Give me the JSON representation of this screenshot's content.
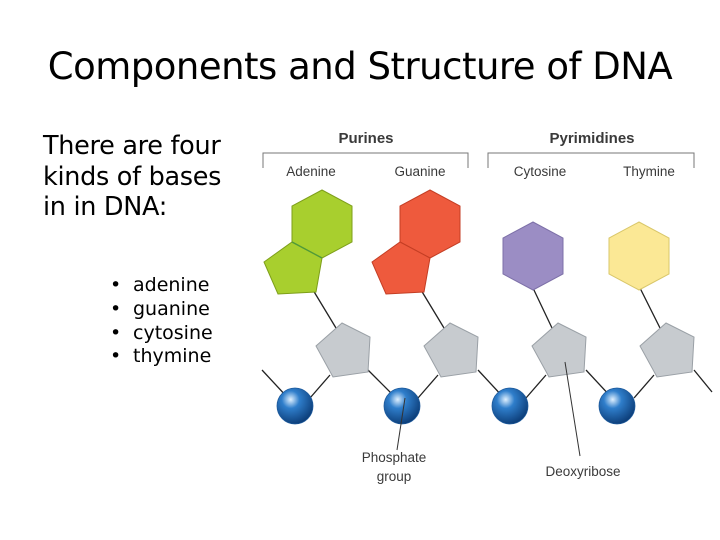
{
  "slide": {
    "title": "Components and Structure of DNA",
    "intro": "There are four kinds of bases in in DNA:",
    "bullets": [
      "adenine",
      "guanine",
      "cytosine",
      "thymine"
    ]
  },
  "diagram": {
    "groups": {
      "purines": "Purines",
      "pyrimidines": "Pyrimidines"
    },
    "bases": [
      {
        "label": "Adenine",
        "color": "#a8cf2e"
      },
      {
        "label": "Guanine",
        "color": "#ee5a3d"
      },
      {
        "label": "Cytosine",
        "color": "#9b8dc4"
      },
      {
        "label": "Thymine",
        "color": "#fbe895"
      }
    ],
    "sugar_color": "#c7cbcf",
    "phosphate_color": "#2f7ecb",
    "annotations": {
      "phosphate_line1": "Phosphate",
      "phosphate_line2": "group",
      "deoxyribose": "Deoxyribose"
    }
  }
}
